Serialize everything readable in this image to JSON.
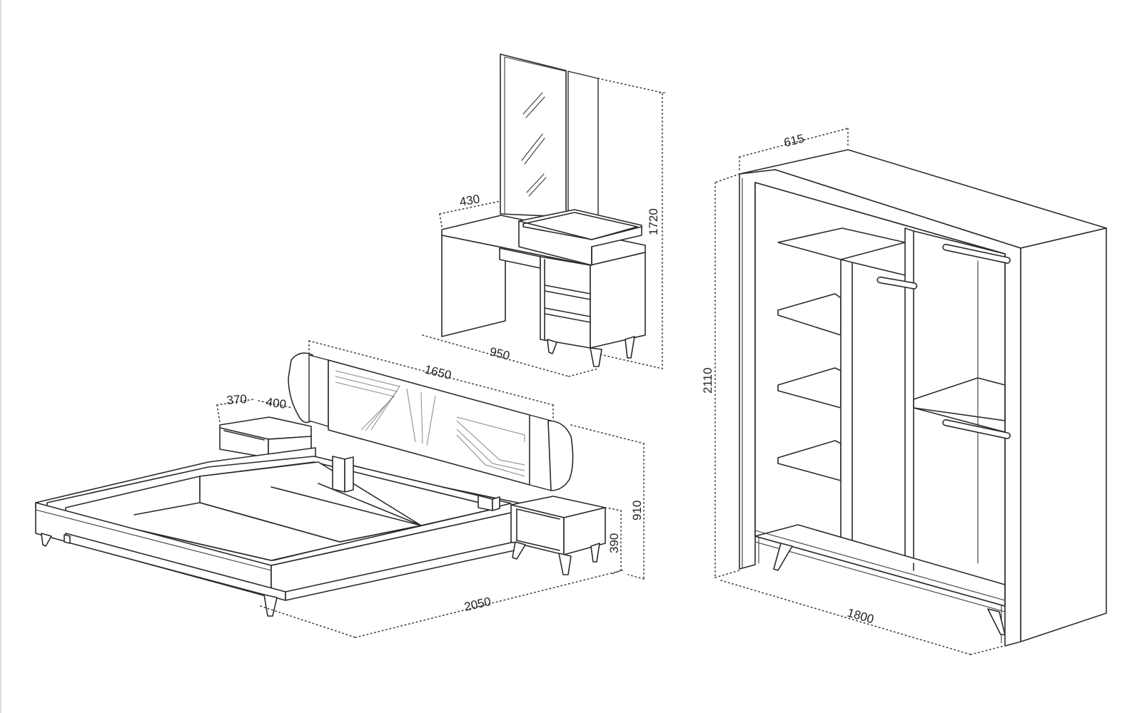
{
  "dimensions": {
    "vanity_depth": "430",
    "vanity_height": "1720",
    "vanity_width": "950",
    "bed_headboard_width": "1650",
    "nightstand_width": "370",
    "nightstand_depth": "400",
    "bed_height": "910",
    "nightstand_height": "390",
    "bed_length": "2050",
    "wardrobe_depth": "615",
    "wardrobe_height": "2110",
    "wardrobe_width": "1800"
  }
}
